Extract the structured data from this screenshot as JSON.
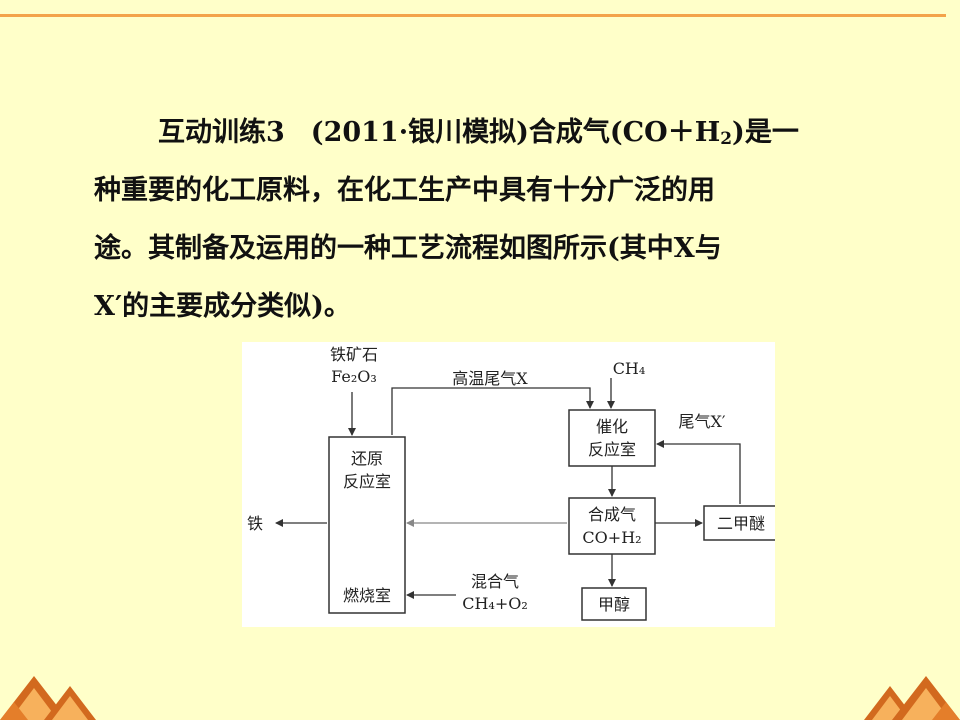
{
  "paragraph": {
    "lead": "互动训练3",
    "source": "(2011·银川模拟)",
    "line1_pre": "合成气(CO＋H",
    "line1_sub": "2",
    "line1_post": ")是一",
    "line2": "种重要的化工原料，在化工生产中具有十分广泛的用",
    "line3": "途。其制备及运用的一种工艺流程如图所示(其中X与",
    "line4": "X′的主要成分类似)。"
  },
  "diagram": {
    "ore_label": "铁矿石",
    "ore_formula": "Fe₂O₃",
    "hot_gas_label": "高温尾气X",
    "ch4_label": "CH₄",
    "catalytic_line1": "催化",
    "catalytic_line2": "反应室",
    "tail_gas_label": "尾气X′",
    "reduction_line1": "还原",
    "reduction_line2": "反应室",
    "iron_label": "铁",
    "syngas_line1": "合成气",
    "syngas_line2": "CO+H₂",
    "dme_label": "二甲醚",
    "combustion_label": "燃烧室",
    "mixture_label": "混合气",
    "mixture_formula": "CH₄+O₂",
    "methanol_label": "甲醇"
  },
  "colors": {
    "background": "#FFFFC9",
    "accent_rule": "#F3A34A",
    "triangle_dark": "#D2691E",
    "triangle_light": "#F7B15C"
  }
}
